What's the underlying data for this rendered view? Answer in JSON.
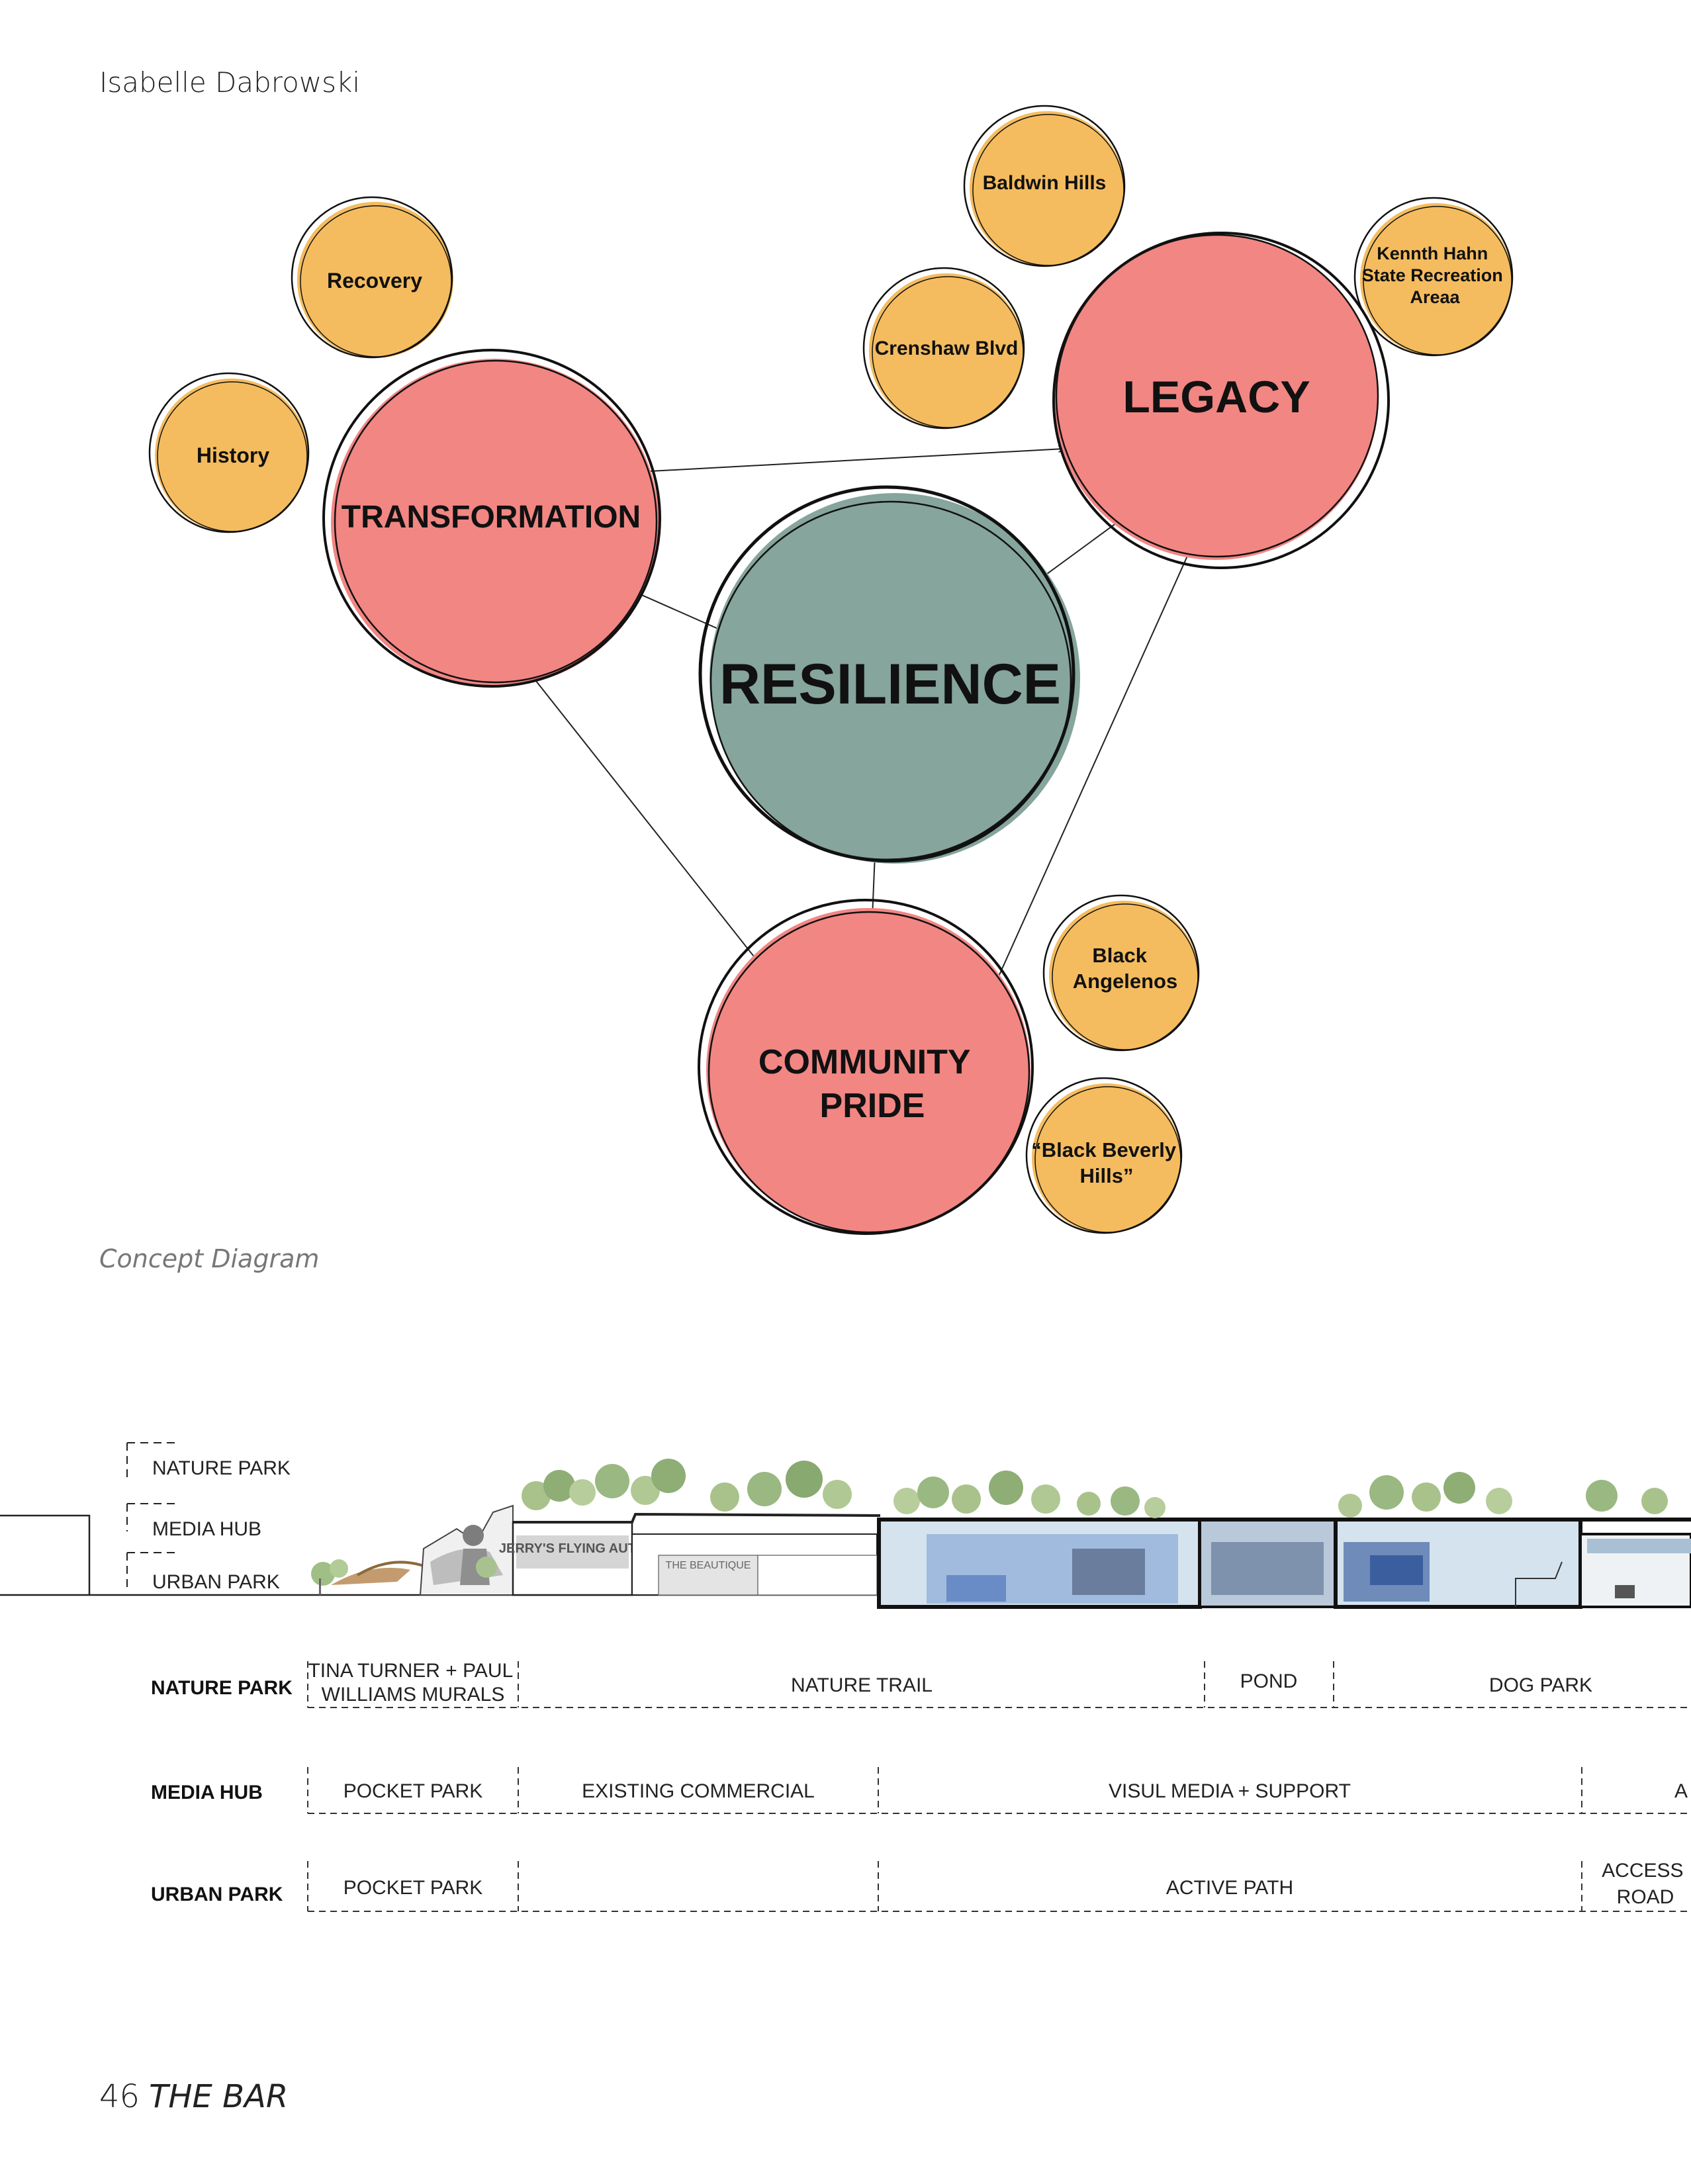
{
  "header": {
    "author": "Isabelle Dabrowski"
  },
  "concept": {
    "caption": "Concept Diagram",
    "core": "RESILIENCE",
    "themes": {
      "transformation": "TRANSFORMATION",
      "legacy": "LEGACY",
      "community_pride": [
        "COMMUNITY",
        "PRIDE"
      ]
    },
    "satellites": {
      "recovery": [
        "Recovery"
      ],
      "history": [
        "History"
      ],
      "baldwin_hills": [
        "Baldwin Hills"
      ],
      "crenshaw": [
        "Crenshaw Blvd"
      ],
      "kenneth_hahn": [
        "Kennth Hahn",
        "State Recreation",
        "Areaa"
      ],
      "black_angelenos": [
        "Black",
        "Angelenos"
      ],
      "black_beverly_hills": [
        "“Black Beverly",
        "Hills”"
      ]
    },
    "colors": {
      "core": "#86a59c",
      "theme": "#f28683",
      "satellite": "#f4bc5f",
      "outline": "#111111"
    }
  },
  "section": {
    "layers": [
      "NATURE PARK",
      "MEDIA HUB",
      "URBAN PARK"
    ],
    "signs": {
      "sign1": "JERRY'S FLYING AUTO",
      "sign2": "THE BEAUTIQUE"
    },
    "rows": [
      {
        "label": "NATURE PARK",
        "cells": [
          [
            "TINA TURNER + PAUL",
            "WILLIAMS MURALS"
          ],
          [
            "NATURE TRAIL"
          ],
          [
            "POND"
          ],
          [
            "DOG PARK"
          ]
        ]
      },
      {
        "label": "MEDIA HUB",
        "cells": [
          [
            "POCKET PARK"
          ],
          [
            "EXISTING COMMERCIAL"
          ],
          [
            "VISUL MEDIA + SUPPORT"
          ],
          [
            "A"
          ]
        ]
      },
      {
        "label": "URBAN PARK",
        "cells": [
          [
            "POCKET PARK"
          ],
          [
            ""
          ],
          [
            "ACTIVE PATH"
          ],
          [
            "ACCESS",
            "ROAD"
          ]
        ]
      }
    ]
  },
  "footer": {
    "page_number": "46",
    "publication": "THE BAR"
  }
}
